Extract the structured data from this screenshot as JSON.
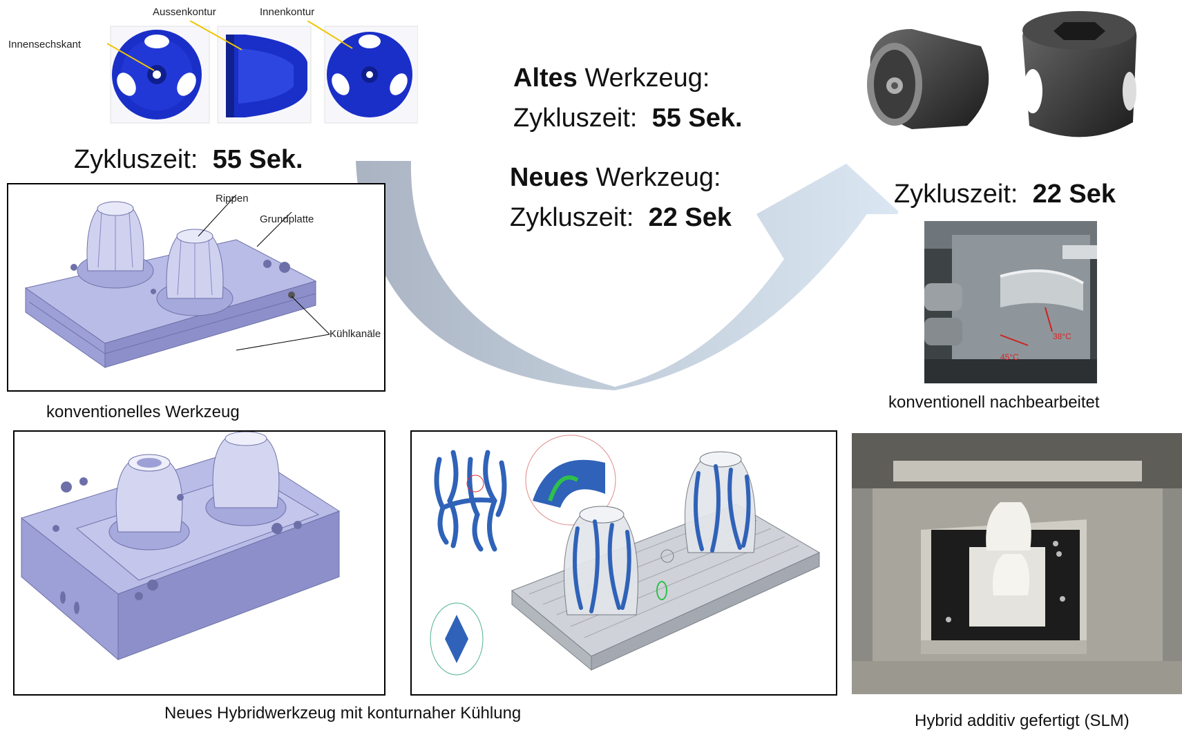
{
  "top_left_part": {
    "label_inner_hex": "Innensechskant",
    "label_outer_contour": "Aussenkontur",
    "label_inner_contour": "Innenkontur",
    "cycle_prefix": "Zykluszeit:",
    "cycle_value": "55 Sek."
  },
  "conventional_tool": {
    "label_ribs": "Rippen",
    "label_base_plate": "Grundplatte",
    "label_cooling_channels": "Kühlkanäle",
    "caption": "konventionelles Werkzeug"
  },
  "comparison": {
    "old_tool_bold": "Altes",
    "old_tool_rest": "Werkzeug:",
    "old_cycle_prefix": "Zykluszeit:",
    "old_cycle_value": "55 Sek.",
    "new_tool_bold": "Neues",
    "new_tool_rest": "Werkzeug:",
    "new_cycle_prefix": "Zykluszeit:",
    "new_cycle_value": "22 Sek"
  },
  "top_right_part": {
    "cycle_prefix": "Zykluszeit:",
    "cycle_value": "22 Sek",
    "temp_1": "38°C",
    "temp_2": "45°C",
    "caption": "konventionell nachbearbeitet"
  },
  "bottom": {
    "hybrid_caption": "Neues Hybridwerkzeug mit konturnaher Kühlung",
    "slm_caption": "Hybrid additiv gefertigt (SLM)"
  },
  "colors": {
    "part_blue": "#1a2fc8",
    "mold_lavender": "#b9bce6",
    "arrow_gray": "#a9b3c2",
    "arrow_light_blue": "#dbe6f3",
    "cooling_blue": "#2f62b8"
  }
}
